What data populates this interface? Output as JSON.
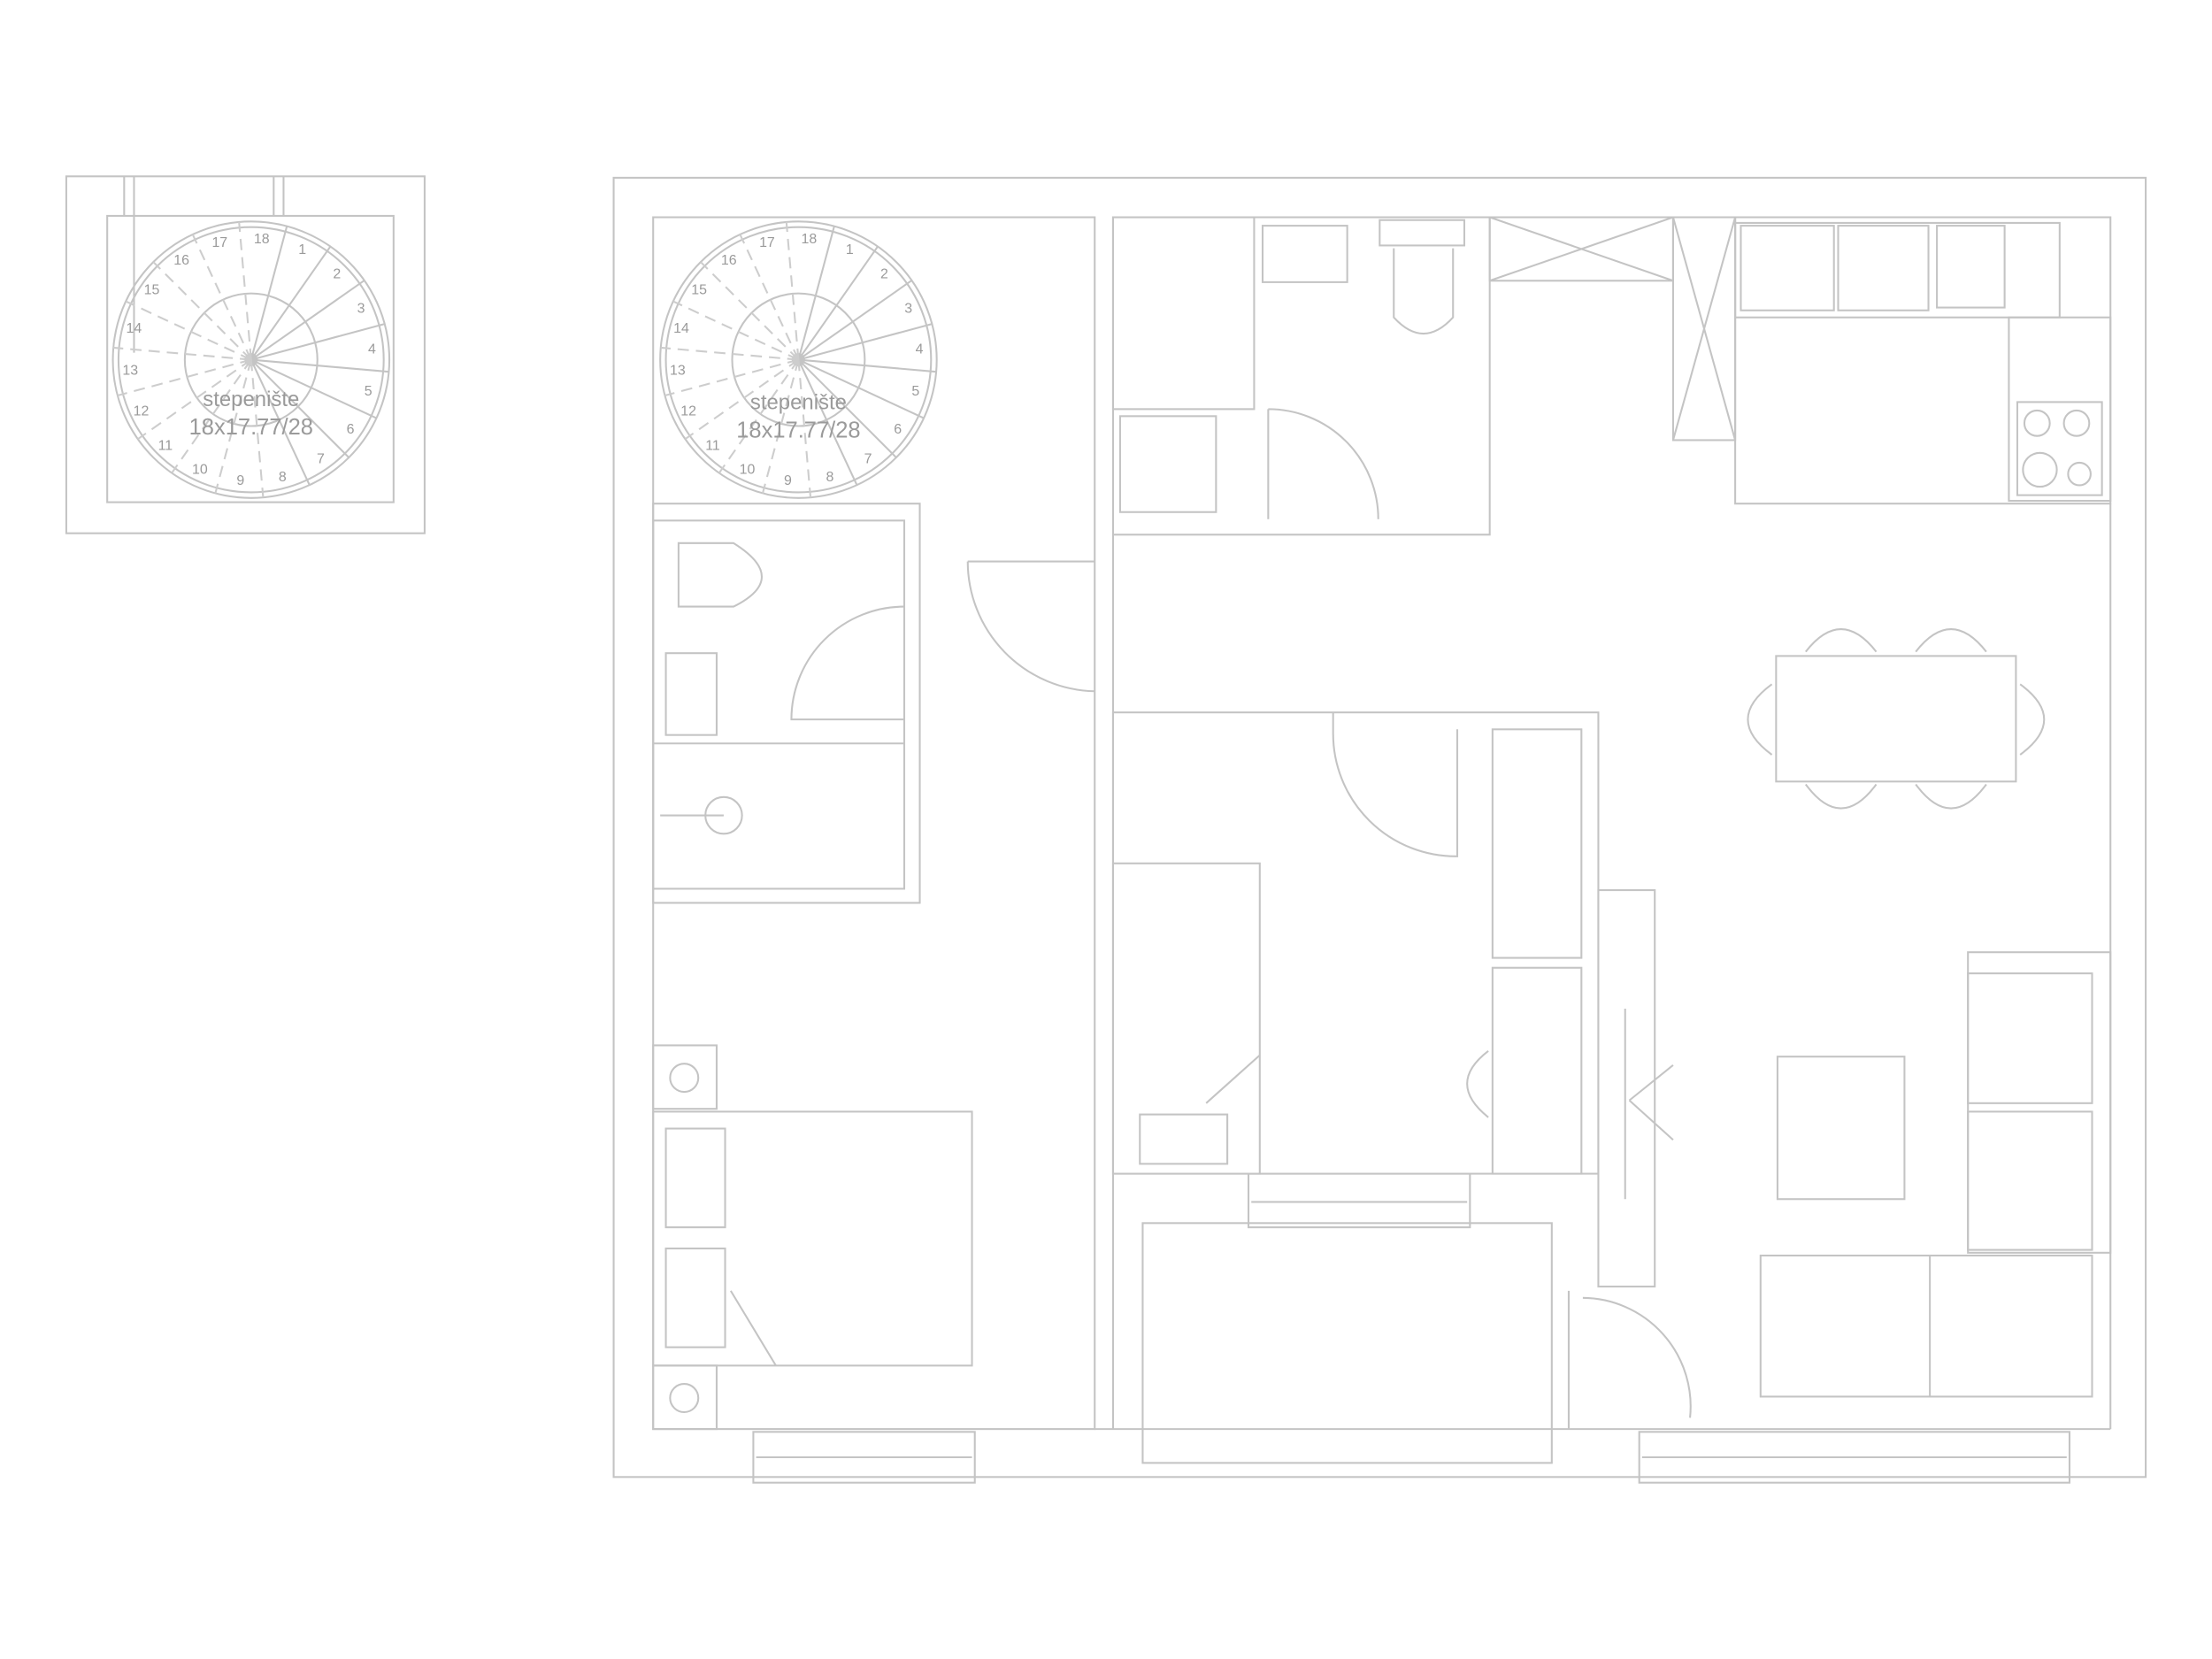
{
  "stairs": [
    {
      "label": "stepenište",
      "spec": "18x17.77/28",
      "steps": [
        "1",
        "2",
        "3",
        "4",
        "5",
        "6",
        "7",
        "8",
        "9",
        "10",
        "11",
        "12",
        "13",
        "14",
        "15",
        "16",
        "17",
        "18"
      ]
    },
    {
      "label": "stepenište",
      "spec": "18x17.77/28",
      "steps": [
        "1",
        "2",
        "3",
        "4",
        "5",
        "6",
        "7",
        "8",
        "9",
        "10",
        "11",
        "12",
        "13",
        "14",
        "15",
        "16",
        "17",
        "18"
      ]
    }
  ],
  "colors": {
    "line": "#efefef",
    "background": "#ffffff"
  }
}
